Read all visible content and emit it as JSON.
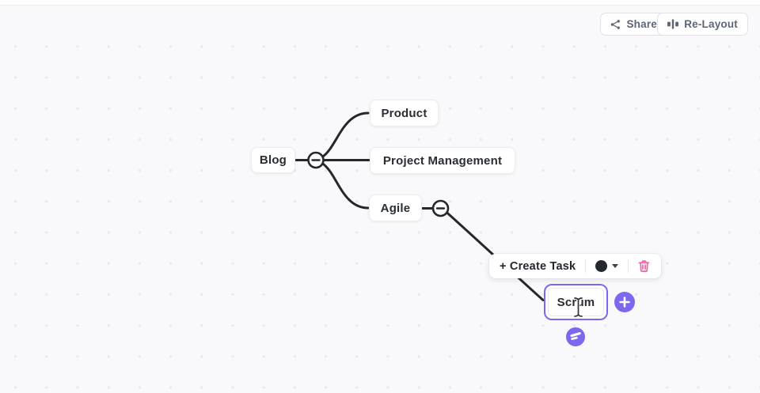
{
  "header": {
    "share": {
      "label": "Share",
      "icon": "share-nodes-icon"
    },
    "relayout": {
      "label": "Re-Layout",
      "icon": "distribute-columns-icon"
    }
  },
  "node_toolbar": {
    "create_task_label": "+ Create Task",
    "color_swatch_value": "#25282e",
    "delete_icon": "trash-icon"
  },
  "mindmap": {
    "nodes": [
      {
        "label": "Blog"
      },
      {
        "label": "Product"
      },
      {
        "label": "Project Management"
      },
      {
        "label": "Agile"
      },
      {
        "label": "Scrum",
        "state": "editing"
      }
    ],
    "collapse_buttons": [
      {
        "parent": "Blog",
        "glyph": "minus"
      },
      {
        "parent": "Agile",
        "glyph": "minus"
      }
    ],
    "add_child_icon": "plus-icon",
    "expand_badge_icon": "clickup-mark-icon",
    "cursor": "text-ibeam-cursor"
  },
  "colors": {
    "canvas_bg": "#f9f9fb",
    "grid_dot": "#e7e7ec",
    "edge": "#24282e",
    "node_text": "#292d34",
    "accent_purple": "#7b68ee",
    "danger_pink": "#ef6aa4",
    "button_text": "#5d6674"
  }
}
